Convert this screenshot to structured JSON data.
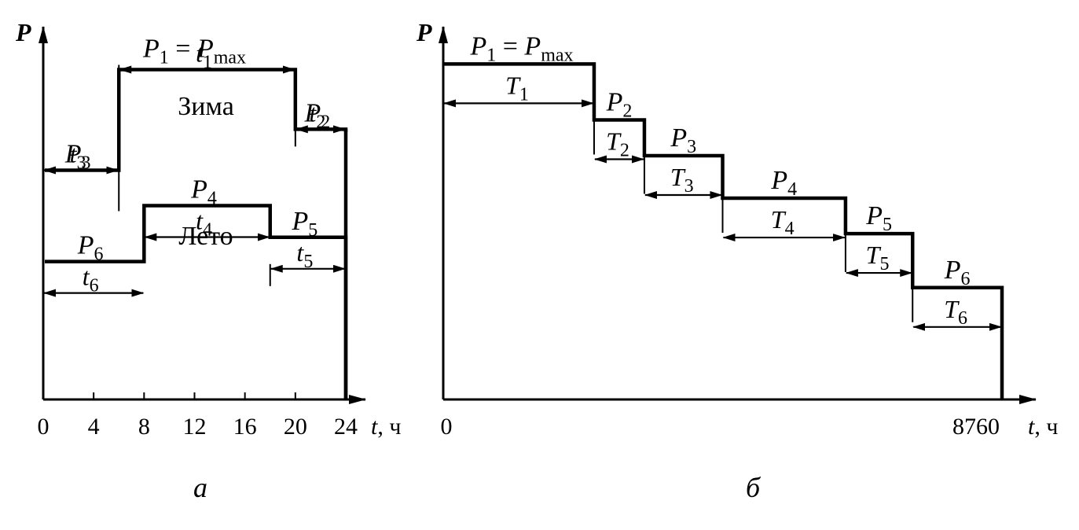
{
  "left": {
    "y_axis": "P",
    "x_axis_var": "t",
    "x_axis_unit": ", ч",
    "ticks": [
      "0",
      "4",
      "8",
      "12",
      "16",
      "20",
      "24"
    ],
    "panel_caption": "а",
    "winter_label": "Зима",
    "summer_label": "Лето",
    "p_max_eq": "=",
    "p_max_sub": "max",
    "winter": [
      {
        "P": "P",
        "P_sub": "3",
        "t": "t",
        "t_sub": "3",
        "from_h": 0,
        "to_h": 6,
        "level": 0.615
      },
      {
        "P": "P",
        "P_sub": "1",
        "t": "t",
        "t_sub": "1",
        "from_h": 6,
        "to_h": 20,
        "level": 0.885
      },
      {
        "P": "P",
        "P_sub": "2",
        "t": "t",
        "t_sub": "2",
        "from_h": 20,
        "to_h": 24,
        "level": 0.725
      }
    ],
    "summer": [
      {
        "P": "P",
        "P_sub": "6",
        "t": "t",
        "t_sub": "6",
        "from_h": 0,
        "to_h": 8,
        "level": 0.37
      },
      {
        "P": "P",
        "P_sub": "4",
        "t": "t",
        "t_sub": "4",
        "from_h": 8,
        "to_h": 18,
        "level": 0.52
      },
      {
        "P": "P",
        "P_sub": "5",
        "t": "t",
        "t_sub": "5",
        "from_h": 18,
        "to_h": 24,
        "level": 0.435
      }
    ]
  },
  "right": {
    "y_axis": "P",
    "x_axis_var": "t",
    "x_axis_unit": ", ч",
    "tick_start": "0",
    "tick_end": "8760",
    "panel_caption": "б",
    "p_max_eq": "=",
    "p_max_sub": "max",
    "steps": [
      {
        "P": "P",
        "P_sub": "1",
        "T": "T",
        "T_sub": "1",
        "share": 0.27,
        "level": 0.9
      },
      {
        "P": "P",
        "P_sub": "2",
        "T": "T",
        "T_sub": "2",
        "share": 0.09,
        "level": 0.75
      },
      {
        "P": "P",
        "P_sub": "3",
        "T": "T",
        "T_sub": "3",
        "share": 0.14,
        "level": 0.654
      },
      {
        "P": "P",
        "P_sub": "4",
        "T": "T",
        "T_sub": "4",
        "share": 0.22,
        "level": 0.54
      },
      {
        "P": "P",
        "P_sub": "5",
        "T": "T",
        "T_sub": "5",
        "share": 0.12,
        "level": 0.445
      },
      {
        "P": "P",
        "P_sub": "6",
        "T": "T",
        "T_sub": "6",
        "share": 0.16,
        "level": 0.3
      }
    ]
  }
}
